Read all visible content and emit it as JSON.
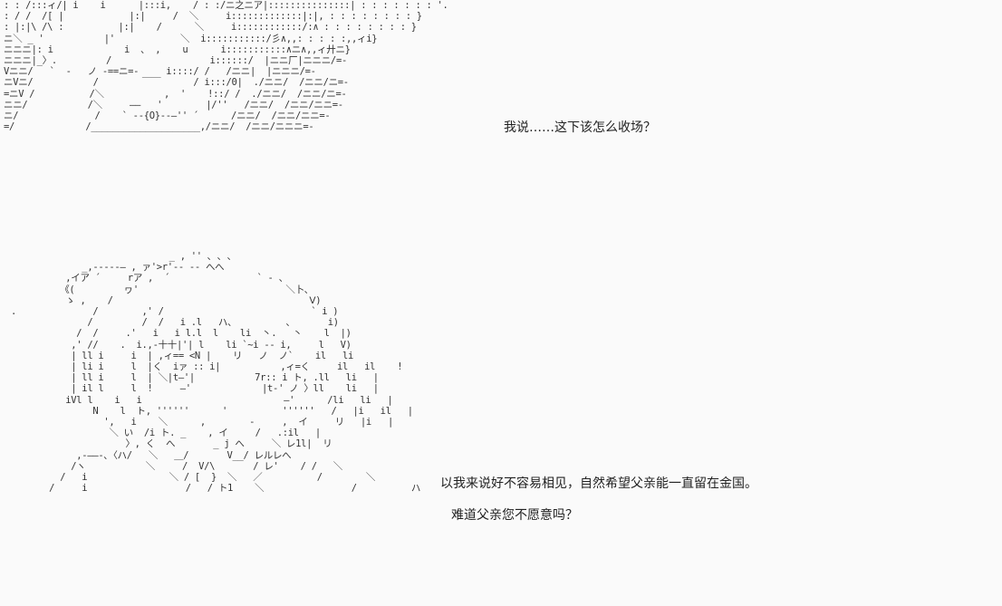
{
  "art": {
    "top": ": : /:::ィ/| i    i      |:::i,    / : :/ニ之ニア|:::::::::::::::| : : : : : : : '.\n: / /  /[ |            |:|     /  ＼     i:::::::::::::|:|, : : : : : : : : }\n: |:|\\ /\\ :          |:|    /      ＼     i::::::::::::/:∧ : : : : : : : : }\nニ＼ _ '           |'            ＼  i:::::::::::/彡∧,,: : : : :,,ィi}\nニニニ|: i             i  、 ,    u      i:::::::::::∧ニ∧,,ィ廾ニ}\nニニニ|_〉.         /                  i::::::/  |ニニ厂|ニニニ/=-\nVニニ/   `  -   ノ -==ニ=-     i::::/ /   /ニニ|  |ニニニ/=-\nニVニ/           /        ￣￣      / i:::/0|  ./ニニ/  /ニニ/ニ=-\n=ニV /          /＼           ,  '    !::/ /  ./ニニ/  /ニニ/ニ=-\nニニ/           /＼     ――   '        |/''   /ニニ/  /ニニ/ニニ=-\nニ/              /    ` --{O}--―'' ´      /ニニ/  /ニニ/ニニ=-\n=/             /____________________,/ニニ/  /ニニ/ニニニ=-",
    "bottom": "                              _ , '' ､ ､ ､ \n              _,-----― , ァ'>r'-- -- へへ\n           ,イア ´     rア ,  ´                ` - 、\n          《(         ヮ'                           ＼卜､\n           ゝ ,    /                                    Ⅴ)\n .              /        ,' /                           ` i )\n               /         /  /   i .l   ハ、         、      i)\n             /  /     .'   i   i l.l  l    li  丶.   丶    l  |)\n            ,' //    .  i.,-十十|'| l    li `~i -- i,     l   V)\n            | ll i     i  | ,ィ== <N |    リ   ノ  ノ`    il   li\n            | li i     l  |く  iァ :: i|           ,ィ=く     il   il    !\n            | ll i     l  | ＼|t―'|           7r:: i ト, .ll   li   |\n            | il l     l  !     ―'             |t-' ノ 〉ll    li   |\n           iVl l    i   i                          ―'      /li   li   |\n                N    l  ト, ''''''      '          ''''''   /   |i   il   |\n                  ',   i    ＼      ,        -     ,  イ     リ   |i   |\n                   ＼ い  /i ト. _    , イ     /   .:il   |\n                      〉, く  へ       _ j へ     ＼ レ1l|  リ\n             ,-――-､〈ハ/   ＼   ＿/       V__/ レルレへ\n            /ヽ           ＼     /  V/\\       / レ'    / /   ＼\n          /   i               ＼ / [  }  ＼   ／          /        ＼\n        /     i                  /   / ト1    ＼                /          ハ"
  },
  "dialogue": {
    "line1": "我说……这下该怎么收场？",
    "line2": "以我来说好不容易相见，自然希望父亲能一直留在金国。",
    "line3": "难道父亲您不愿意吗？"
  }
}
